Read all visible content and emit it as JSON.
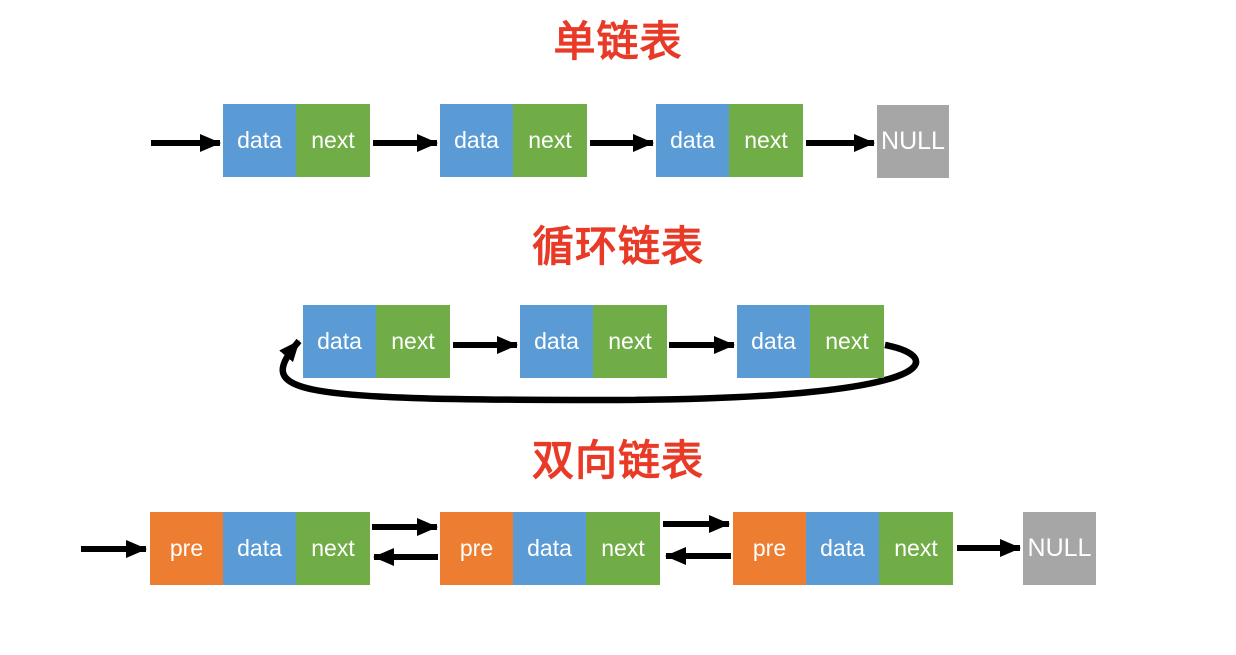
{
  "diagram": {
    "colors": {
      "background": "#FFFFFF",
      "data_cell": "#5B9BD5",
      "next_cell": "#70AD47",
      "pre_cell": "#ED7D31",
      "null_block": "#A6A6A6",
      "title_text": "#E83A26",
      "cell_text": "#FFFFFF",
      "arrow": "#000000"
    },
    "sections": [
      {
        "id": "singly-linked-list",
        "title": "单链表",
        "nodes": [
          {
            "cells": [
              {
                "type": "data",
                "label": "data"
              },
              {
                "type": "next",
                "label": "next"
              }
            ]
          },
          {
            "cells": [
              {
                "type": "data",
                "label": "data"
              },
              {
                "type": "next",
                "label": "next"
              }
            ]
          },
          {
            "cells": [
              {
                "type": "data",
                "label": "data"
              },
              {
                "type": "next",
                "label": "next"
              }
            ]
          }
        ],
        "terminator": "NULL"
      },
      {
        "id": "circular-linked-list",
        "title": "循环链表",
        "nodes": [
          {
            "cells": [
              {
                "type": "data",
                "label": "data"
              },
              {
                "type": "next",
                "label": "next"
              }
            ]
          },
          {
            "cells": [
              {
                "type": "data",
                "label": "data"
              },
              {
                "type": "next",
                "label": "next"
              }
            ]
          },
          {
            "cells": [
              {
                "type": "data",
                "label": "data"
              },
              {
                "type": "next",
                "label": "next"
              }
            ]
          }
        ],
        "loops_back_to_head": true
      },
      {
        "id": "doubly-linked-list",
        "title": "双向链表",
        "nodes": [
          {
            "cells": [
              {
                "type": "pre",
                "label": "pre"
              },
              {
                "type": "data",
                "label": "data"
              },
              {
                "type": "next",
                "label": "next"
              }
            ]
          },
          {
            "cells": [
              {
                "type": "pre",
                "label": "pre"
              },
              {
                "type": "data",
                "label": "data"
              },
              {
                "type": "next",
                "label": "next"
              }
            ]
          },
          {
            "cells": [
              {
                "type": "pre",
                "label": "pre"
              },
              {
                "type": "data",
                "label": "data"
              },
              {
                "type": "next",
                "label": "next"
              }
            ]
          }
        ],
        "terminator": "NULL"
      }
    ]
  }
}
